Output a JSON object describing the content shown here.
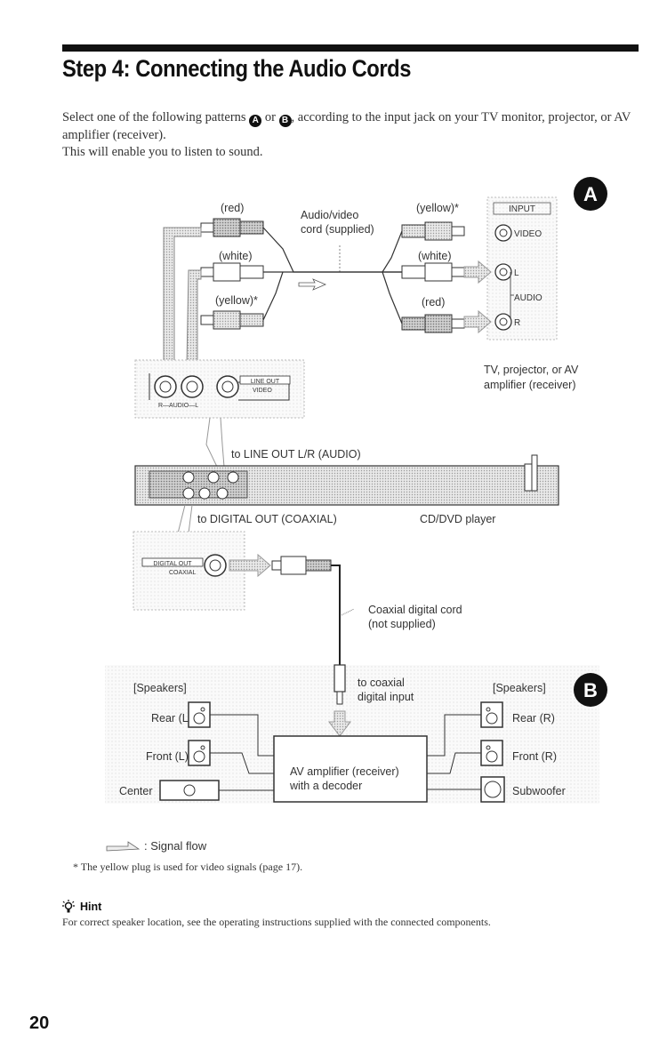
{
  "page": {
    "title": "Step 4: Connecting the Audio Cords",
    "intro_line1_before": "Select one of the following patterns ",
    "pattern_a": "A",
    "intro_or": " or ",
    "pattern_b": "B",
    "intro_line1_after": ", according to the input jack on your TV monitor, projector, or AV amplifier (receiver).",
    "intro_line2": "This will enable you to listen to sound.",
    "page_number": "20"
  },
  "diagram_a": {
    "badge": "A",
    "cable": {
      "left_red": "(red)",
      "left_white": "(white)",
      "left_yellow": "(yellow)*",
      "name_line1": "Audio/video",
      "name_line2": "cord (supplied)",
      "right_yellow": "(yellow)*",
      "right_white": "(white)",
      "right_red": "(red)"
    },
    "tv_panel": {
      "input": "INPUT",
      "video": "VIDEO",
      "l": "L",
      "audio": "AUDIO",
      "r": "R",
      "caption_line1": "TV, projector, or AV",
      "caption_line2": "amplifier (receiver)"
    },
    "player_panel": {
      "line_out": "LINE OUT",
      "video": "VIDEO",
      "audio_lr": "R—AUDIO—L",
      "to_line_out": "to LINE OUT L/R (AUDIO)"
    }
  },
  "player": {
    "to_digital_out": "to DIGITAL OUT (COAXIAL)",
    "name": "CD/DVD player",
    "digital_out": "DIGITAL OUT",
    "coaxial": "COAXIAL"
  },
  "diagram_b": {
    "badge": "B",
    "cord_line1": "Coaxial digital cord",
    "cord_line2": "(not supplied)",
    "input_line1": "to coaxial",
    "input_line2": "digital input",
    "speakers_left": "[Speakers]",
    "speakers_right": "[Speakers]",
    "rear_l": "Rear (L)",
    "front_l": "Front (L)",
    "center": "Center",
    "rear_r": "Rear (R)",
    "front_r": "Front (R)",
    "subwoofer": "Subwoofer",
    "amp_line1": "AV amplifier (receiver)",
    "amp_line2": "with a decoder"
  },
  "legend": {
    "signal_flow": ": Signal flow"
  },
  "footnote": "* The yellow plug is used for video signals (page 17).",
  "hint": {
    "heading": "Hint",
    "icon": "lightbulb-icon",
    "text": "For correct speaker location, see the operating instructions supplied with the connected components."
  }
}
